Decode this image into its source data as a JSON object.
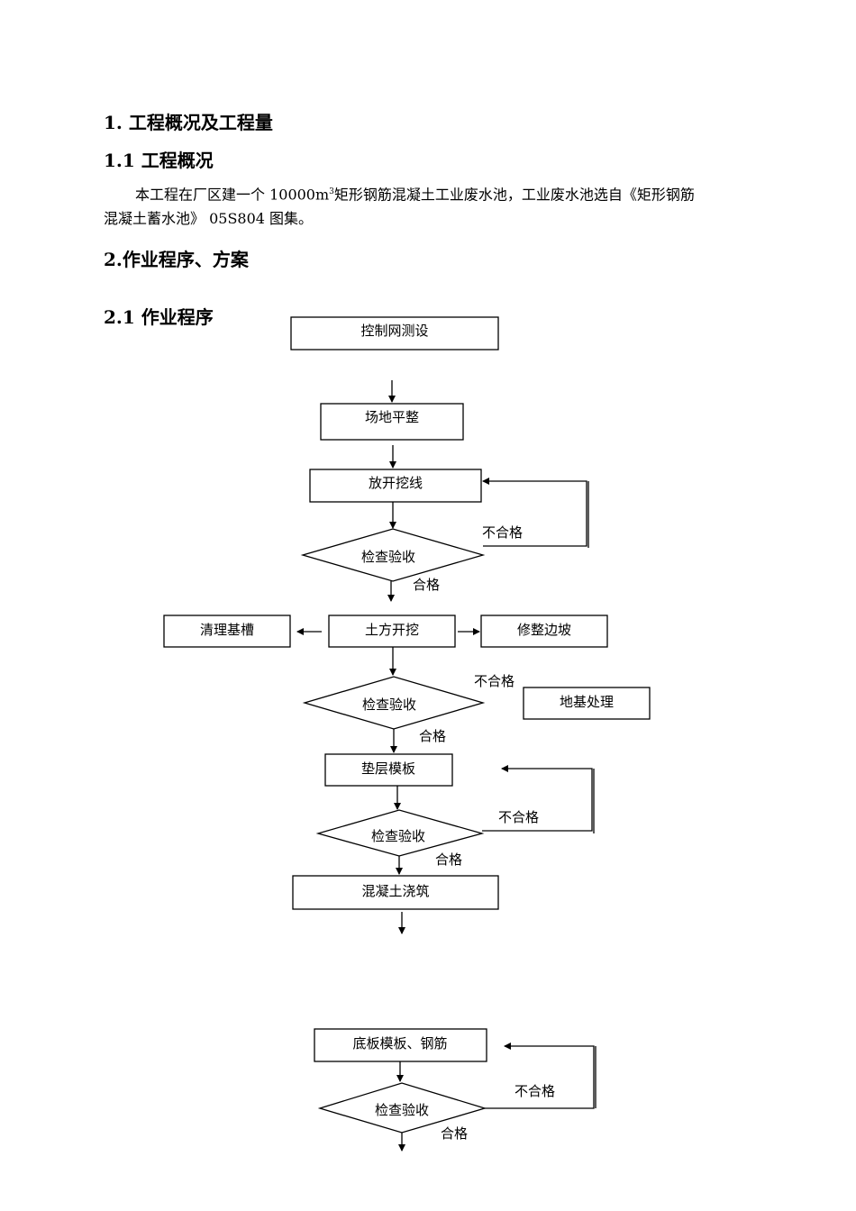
{
  "doc": {
    "h1": "1.  工程概况及工程量",
    "h1_1": "1.1  工程概况",
    "para_line1_pre": "本工程在厂区建一个 10000m",
    "para_sup": "3",
    "para_line1_post": "矩形钢筋混凝土工业废水池，工业废水池选自《矩形钢筋",
    "para_line2": "混凝土蓄水池》 05S804 图集。",
    "h2": "2.作业程序、方案",
    "h2_1": "2.1 作业程序"
  },
  "flow": {
    "control_network": "控制网测设",
    "site_leveling": "场地平整",
    "setout_lines": "放开挖线",
    "inspect": "检查验收",
    "pass": "合格",
    "fail": "不合格",
    "clean_trench": "清理基槽",
    "earthwork": "土方开挖",
    "trim_slope": "修整边坡",
    "foundation_treatment": "地基处理",
    "cushion_formwork": "垫层模板",
    "concrete_pouring": "混凝土浇筑",
    "bottom_formwork_rebar": "底板模板、钢筋"
  }
}
